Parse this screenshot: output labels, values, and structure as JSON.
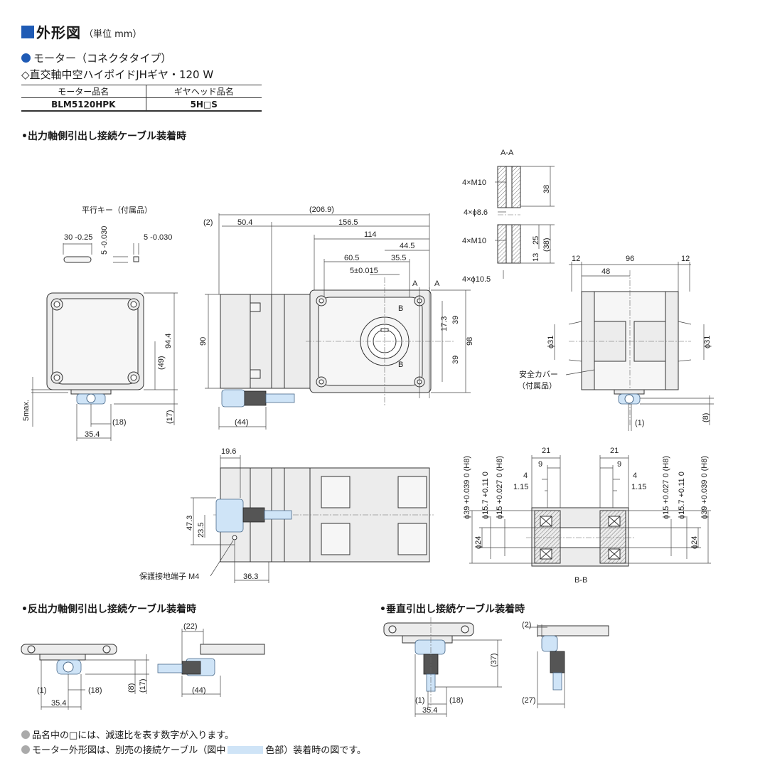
{
  "header": {
    "title": "外形図",
    "unit": "（単位 mm）"
  },
  "motor_type": "モーター（コネクタタイプ）",
  "gear_type": "◇直交軸中空ハイポイドJHギヤ・120 W",
  "spec_table": {
    "headers": [
      "モーター品名",
      "ギヤヘッド品名"
    ],
    "row": [
      "BLM5120HPK",
      "5H□S"
    ]
  },
  "sections": {
    "output_side": "•出力軸側引出し接続ケーブル装着時",
    "opposite_side": "•反出力軸側引出し接続ケーブル装着時",
    "vertical": "•垂直引出し接続ケーブル装着時"
  },
  "labels": {
    "key": "平行キー（付属品）",
    "view_aa": "A-A",
    "view_bb": "B-B",
    "cover1": "安全カバー",
    "cover2": "（付属品）",
    "ground": "保護接地端子 M4",
    "a": "A",
    "b": "B"
  },
  "dims": {
    "d206_9": "(206.9)",
    "d2": "(2)",
    "d50_4": "50.4",
    "d156_5": "156.5",
    "d114": "114",
    "d44_5": "44.5",
    "d60_5": "60.5",
    "d35_5": "35.5",
    "d5tol": "5±0.015",
    "d17_3": "17.3",
    "d39": "39",
    "d98": "98",
    "d90": "90",
    "d94_4": "94.4",
    "d49": "(49)",
    "d17": "(17)",
    "d5max": "5max.",
    "d18": "(18)",
    "d35_4": "35.4",
    "d44": "(44)",
    "key30": "30 -0.25",
    "key5": "5 -0.030",
    "key5b": "5 -0.030",
    "aa_m10a": "4×M10",
    "aa_phi86": "4×ϕ8.6",
    "aa_m10b": "4×M10",
    "aa_phi105": "4×ϕ10.5",
    "aa38": "38",
    "aa25": "25",
    "aa38p": "(38)",
    "aa13": "13",
    "s12a": "12",
    "s96": "96",
    "s12b": "12",
    "s48": "48",
    "s31a": "ϕ31",
    "s31b": "ϕ31",
    "s1": "(1)",
    "s8": "(8)",
    "b19_6": "19.6",
    "b47_3": "47.3",
    "b23_5": "23.5",
    "b36_3": "36.3",
    "bb21a": "21",
    "bb21b": "21",
    "bb9a": "9",
    "bb9b": "9",
    "bb4a": "4",
    "bb4b": "4",
    "bb115a": "1.15",
    "bb115b": "1.15",
    "bb39a": "ϕ39 +0.039 0 (H8)",
    "bb157a": "ϕ15.7 +0.11 0",
    "bb15a": "ϕ15 +0.027 0 (H8)",
    "bb24a": "ϕ24",
    "bb24b": "ϕ24",
    "bb15b": "ϕ15 +0.027 0 (H8)",
    "bb157b": "ϕ15.7 +0.11 0",
    "bb39b": "ϕ39 +0.039 0 (H8)",
    "o1": "(1)",
    "o18": "(18)",
    "o35_4": "35.4",
    "o8": "(8)",
    "o17": "(17)",
    "o22": "(22)",
    "o44": "(44)",
    "v37": "(37)",
    "v1": "(1)",
    "v18": "(18)",
    "v35_4": "35.4",
    "v2": "(2)",
    "v27": "(27)"
  },
  "notes": {
    "n1": "品名中の□には、減速比を表す数字が入ります。",
    "n2a": "モーター外形図は、別売の接続ケーブル（図中",
    "n2b": "色部）装着時の図です。"
  },
  "colors": {
    "accent": "#1f5bb5",
    "cable": "#cfe4f7",
    "body": "#ececec"
  }
}
